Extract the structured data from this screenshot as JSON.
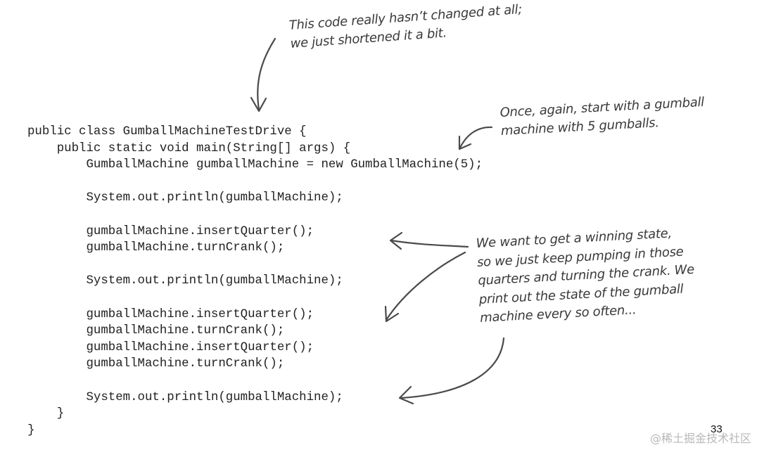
{
  "annotations": {
    "top": [
      "This code really hasn’t changed at all;",
      "we just shortened it a bit."
    ],
    "right": [
      "Once, again, start with a gumball",
      "machine with 5 gumballs."
    ],
    "middle": [
      "We want to get a winning state,",
      "so we just keep pumping in those",
      "quarters and turning the crank.  We",
      "print out the state of the gumball",
      "machine every so often..."
    ]
  },
  "code": [
    "public class GumballMachineTestDrive {",
    "    public static void main(String[] args) {",
    "        GumballMachine gumballMachine = new GumballMachine(5);",
    "",
    "        System.out.println(gumballMachine);",
    "",
    "        gumballMachine.insertQuarter();",
    "        gumballMachine.turnCrank();",
    "",
    "        System.out.println(gumballMachine);",
    "",
    "        gumballMachine.insertQuarter();",
    "        gumballMachine.turnCrank();",
    "        gumballMachine.insertQuarter();",
    "        gumballMachine.turnCrank();",
    "",
    "        System.out.println(gumballMachine);",
    "    }",
    "}"
  ],
  "page_number": "33",
  "watermark": "@稀土掘金技术社区"
}
